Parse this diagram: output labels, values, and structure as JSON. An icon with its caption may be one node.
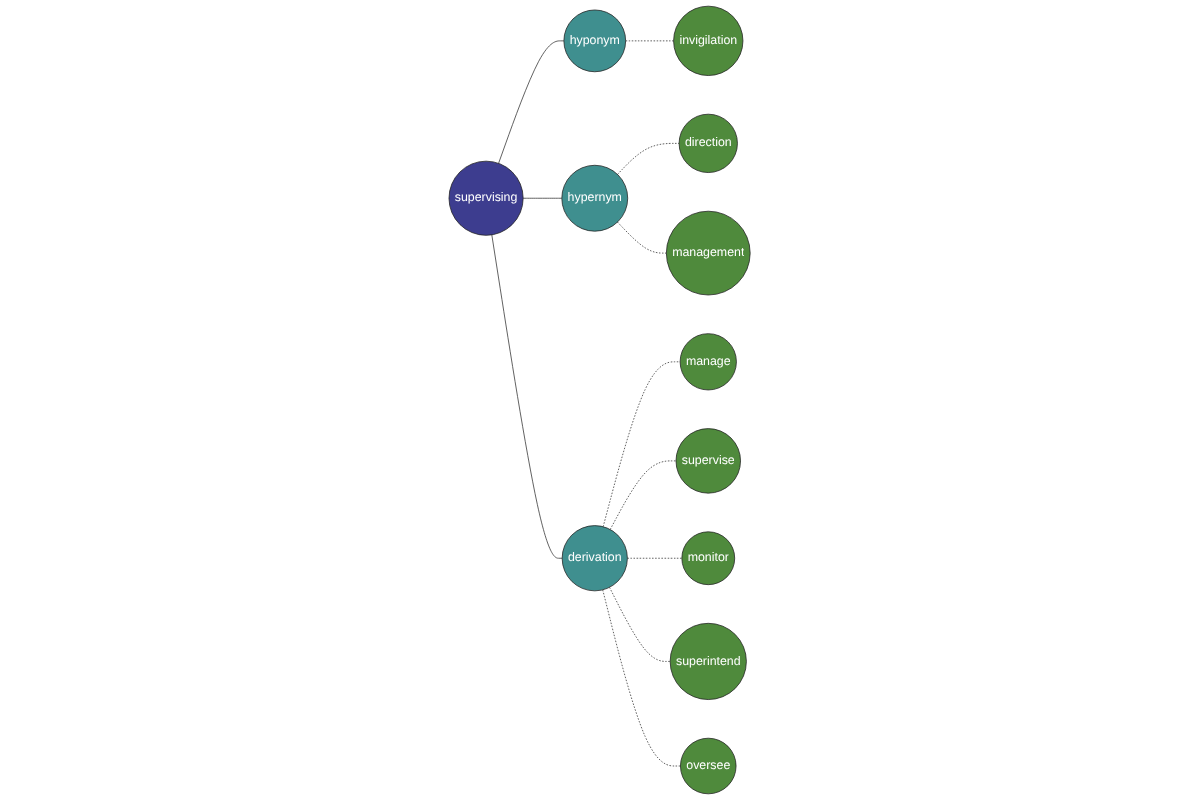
{
  "diagram": {
    "nodes": [
      {
        "text": [
          "supervising"
        ]
      },
      {
        "text": [
          "hyponym"
        ]
      },
      {
        "text": [
          "hypernym"
        ]
      },
      {
        "text": [
          "derivation"
        ]
      },
      {
        "text": [
          "invigilation"
        ]
      },
      {
        "text": [
          "direction"
        ]
      },
      {
        "text": [
          "management"
        ]
      },
      {
        "text": [
          "manage"
        ]
      },
      {
        "text": [
          "supervise"
        ]
      },
      {
        "text": [
          "monitor"
        ]
      },
      {
        "text": [
          "superintend"
        ]
      },
      {
        "text": [
          "oversee"
        ]
      }
    ],
    "edges": [
      {
        "from": 0,
        "to": 1,
        "arrow": "none"
      },
      {
        "from": 0,
        "to": 2,
        "arrow": "none"
      },
      {
        "from": 0,
        "to": 3,
        "arrow": "none"
      },
      {
        "from": 1,
        "to": 4,
        "arrow": "none",
        "style": "dashed"
      },
      {
        "from": 2,
        "to": 5,
        "arrow": "none",
        "style": "dashed"
      },
      {
        "from": 2,
        "to": 6,
        "arrow": "none",
        "style": "dashed"
      },
      {
        "from": 3,
        "to": 7,
        "arrow": "none",
        "style": "dashed"
      },
      {
        "from": 3,
        "to": 8,
        "arrow": "none",
        "style": "dashed"
      },
      {
        "from": 3,
        "to": 9,
        "arrow": "none",
        "style": "dashed"
      },
      {
        "from": 3,
        "to": 10,
        "arrow": "none",
        "style": "dashed"
      },
      {
        "from": 3,
        "to": 11,
        "arrow": "none",
        "style": "dashed"
      }
    ]
  }
}
